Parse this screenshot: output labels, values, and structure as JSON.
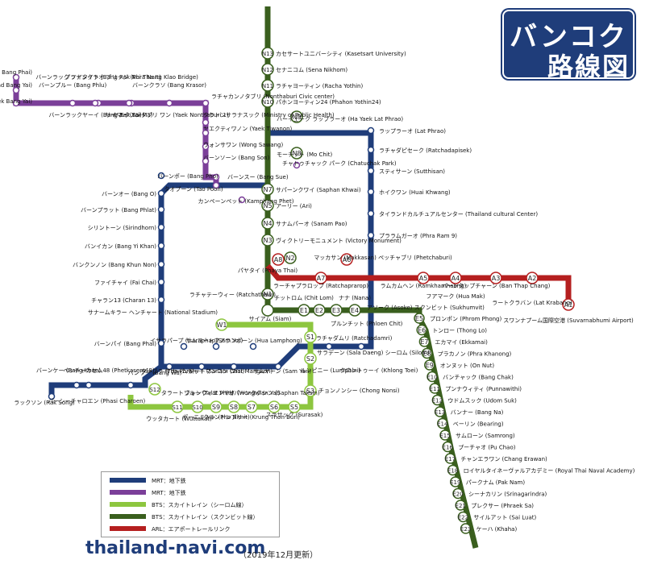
{
  "title": {
    "line1": "バンコク",
    "line2": "路線図"
  },
  "footer": {
    "site": "thailand-navi.com",
    "date": "（2019年12月更新）"
  },
  "colors": {
    "mrt_blue": "#1f3d7a",
    "mrt_purple": "#7b3f99",
    "bts_silom": "#8dc63f",
    "bts_sukhumvit": "#3a5f1e",
    "arl": "#b51f1f"
  },
  "legend": [
    {
      "label": "MRT：地下鉄",
      "color": "#1f3d7a"
    },
    {
      "label": "MRT：地下鉄",
      "color": "#7b3f99"
    },
    {
      "label": "BTS：スカイトレイン（シーロム線）",
      "color": "#8dc63f"
    },
    {
      "label": "BTS：スカイトレイン（スクンビット線）",
      "color": "#3a5f1e"
    },
    {
      "label": "ARL：エアポートレールリンク",
      "color": "#b51f1f"
    }
  ],
  "sukhumvit_north": [
    {
      "code": "N13",
      "name": "カセサートユニバーシティ (Kasetsart University)"
    },
    {
      "code": "N12",
      "name": "セナニコム (Sena Nikhom)"
    },
    {
      "code": "N11",
      "name": "ラチャヨーティン (Racha Yothin)"
    },
    {
      "code": "N10",
      "name": "パホンヨーティン24 (Phahon Yothin24)"
    },
    {
      "code": "N9",
      "name": "ハーイェーク ラップラーオ (Ha Yaek Lat Phrao)"
    },
    {
      "code": "N8",
      "name": "モーチット (Mo Chit)"
    },
    {
      "code": "N7",
      "name": "サパーンクワイ (Saphan Khwai)"
    },
    {
      "code": "N5",
      "name": "アーリー (Ari)"
    },
    {
      "code": "N4",
      "name": "サナムパーオ (Sanam Pao)"
    },
    {
      "code": "N3",
      "name": "ヴィクトリーモニュメント (Victory Monument)"
    },
    {
      "code": "N2",
      "name": ""
    },
    {
      "code": "N1",
      "name": "ラチャテーウィー (Ratchathewi)"
    }
  ],
  "mrt_blue_east": [
    "ラップラーオ (Lat Phrao)",
    "ラチャダピセーク (Ratchadapisek)",
    "スティサーン (Sutthisan)",
    "ホイクワン (Huai Khwang)",
    "タイランドカルチュアルセンター (Thailand cultural Center)",
    "プララムガーオ (Phra Ram 9)"
  ],
  "mrt_blue_west": [
    "バーンポー (Bang Pho)",
    "バーンオー (Bang O)",
    "バーンプラット (Bang Phlat)",
    "シリントーン (Sirindhorn)",
    "バンイカン (Bang Yi Khan)",
    "バンクンノン (Bang Khun Non)",
    "ファイチャイ (Fai Chai)",
    "チャラン13 (Charan 13)",
    "バーンパイ (Bang Phai)"
  ],
  "mrt_blue_south": [
    "ターブラ (Tha Phra)",
    "イサラパープ (Isaraphap)",
    "サナームチャイ (Sanam Chai)",
    "サムヨート (Sam Yot)",
    "ワットマンコン (Wat Mangkon)",
    "フアランポーン (Hua Lamphong)",
    "サムヤーン (Sam Yan)",
    "ルンピニー (Lumphini)",
    "クロントゥーイ (Khlong Toei)",
    "ペッチャカセム48 (Phetkasem48)",
    "バーンケー (Bang Khae)",
    "ラックソン (Rak Song)",
    "パーシーチャロエン (Phasi Charoen)",
    "バーンワー (Bang Wa)"
  ],
  "mrt_purple": [
    "クローンバーンパイ (Khlong Bang Phai)",
    "タラートバーンヤーイ (Talad Bang Yai)",
    "サムヤエクバーンヤーイ (Sam Yaek Bang Yai)",
    "バーンプルー (Bang Phlu)",
    "バーンラック ノイタイト (Bang Rak Noi Tha It)",
    "プラナンクラオ ブリッジ (Phra Nang Klao Bridge)",
    "バーンクラソ (Bang Krasor)",
    "バーンラックヤーイ (Bang Rak Yai)",
    "サイマー (Sai Ma)",
    "ヤエクノンタブリ ワン (Yaek Nonthaburi 1)",
    "ラチャカンノタブリ (Nonthaburi Civic center)",
    "クラトンサラナスック (Ministry of Public Health)",
    "ヤエクティワノン (Yaek Tiwanon)",
    "ウォンサワン (Wong Sawang)",
    "バーンソーン (Bang Son)",
    "バーンスー (Bang Sue)",
    "タオプーン (Tao Poon)",
    "カンペーンペット (Kamphang Phet)",
    "チャトゥチャック パーク (Chatuchak Park)"
  ],
  "arl": [
    {
      "code": "A8",
      "name": "パヤタイ (Phaya Thai)"
    },
    {
      "code": "A7",
      "name": "ラーチャプラロップ (Ratchaprarop)"
    },
    {
      "code": "A6",
      "name": "マッカサン (Makkasan) ペッチャブリ (Phetchaburi)"
    },
    {
      "code": "A5",
      "name": "ラムカムヘン (Ramkhamhaeng)"
    },
    {
      "code": "A4",
      "name": "フアマーク (Hua Mak)"
    },
    {
      "code": "A3",
      "name": "バーンタップチャーン (Ban Thap Chang)"
    },
    {
      "code": "A2",
      "name": "ラートクラバン (Lat Krabang)"
    },
    {
      "code": "A1",
      "name": "スワンナプーム国際空港 (Suvarnabhumi Airport)"
    }
  ],
  "sukhumvit_center": [
    {
      "code": "N1",
      "name": "ラチャテーウィー (Ratchathewi)"
    },
    {
      "code": "CEN",
      "name": "サイアム (Siam)"
    },
    {
      "code": "E1",
      "name": "チットロム (Chit Lom)"
    },
    {
      "code": "E2",
      "name": "プルンチット (Phloen Chit)"
    },
    {
      "code": "E3",
      "name": "ナナ (Nana)"
    },
    {
      "code": "E4",
      "name": "アソーク (Asoke) スクンビット (Sukhumvit)"
    }
  ],
  "sukhumvit_east": [
    {
      "code": "E5",
      "name": "プロンポン (Phrom Phong)"
    },
    {
      "code": "E6",
      "name": "トンロー (Thong Lo)"
    },
    {
      "code": "E7",
      "name": "エカマイ (Ekkamai)"
    },
    {
      "code": "E8",
      "name": "プラカノン (Phra Khanong)"
    },
    {
      "code": "E9",
      "name": "オンヌット (On Nut)"
    },
    {
      "code": "E10",
      "name": "バンチャック (Bang Chak)"
    },
    {
      "code": "E11",
      "name": "プンナウィティ (Punnawithi)"
    },
    {
      "code": "E12",
      "name": "ウドムスック (Udom Suk)"
    },
    {
      "code": "E13",
      "name": "バンナー (Bang Na)"
    },
    {
      "code": "E14",
      "name": "ベーリン (Bearing)"
    },
    {
      "code": "E15",
      "name": "サムローン (Samrong)"
    },
    {
      "code": "E16",
      "name": "プーチャオ (Pu Chao)"
    },
    {
      "code": "E17",
      "name": "チャンエラワン (Chang Erawan)"
    },
    {
      "code": "E18",
      "name": "ロイヤルタイネーヴァルアカデミー (Royal Thai Naval Academy)"
    },
    {
      "code": "E19",
      "name": "パークナム (Pak Nam)"
    },
    {
      "code": "E20",
      "name": "シーナカリン (Srinagarindra)"
    },
    {
      "code": "E21",
      "name": "プレクサー (Phraek Sa)"
    },
    {
      "code": "E22",
      "name": "サイルアット (Sai Luat)"
    },
    {
      "code": "E23",
      "name": "ケーハ (Khaha)"
    }
  ],
  "silom": [
    {
      "code": "W1",
      "name": "サナームキラー ヘンチャート (National Stadium)"
    },
    {
      "code": "S1",
      "name": "ラチャダムリ (Ratchadamri)"
    },
    {
      "code": "S2",
      "name": "サラデーン (Sala Daeng) シーロム (Silom)"
    },
    {
      "code": "S3",
      "name": "チョンノンシー (Chong Nonsi)"
    },
    {
      "code": "S5",
      "name": "スラサック (Surasak)"
    },
    {
      "code": "S6",
      "name": "サパーンタクシン (Saphan Taksin)"
    },
    {
      "code": "S7",
      "name": "クルントンブリー (Krung Thon Buri)"
    },
    {
      "code": "S8",
      "name": "ウォンウィエンヤイ (Wongwian Yai)"
    },
    {
      "code": "S9",
      "name": "ポーニミット (Pho Nimit)"
    },
    {
      "code": "S10",
      "name": "タラートプルー (Talat Phlu)"
    },
    {
      "code": "S11",
      "name": "ウッタカート (Wuttakat)"
    },
    {
      "code": "S12",
      "name": "バンワー (Bang Wa)"
    }
  ]
}
